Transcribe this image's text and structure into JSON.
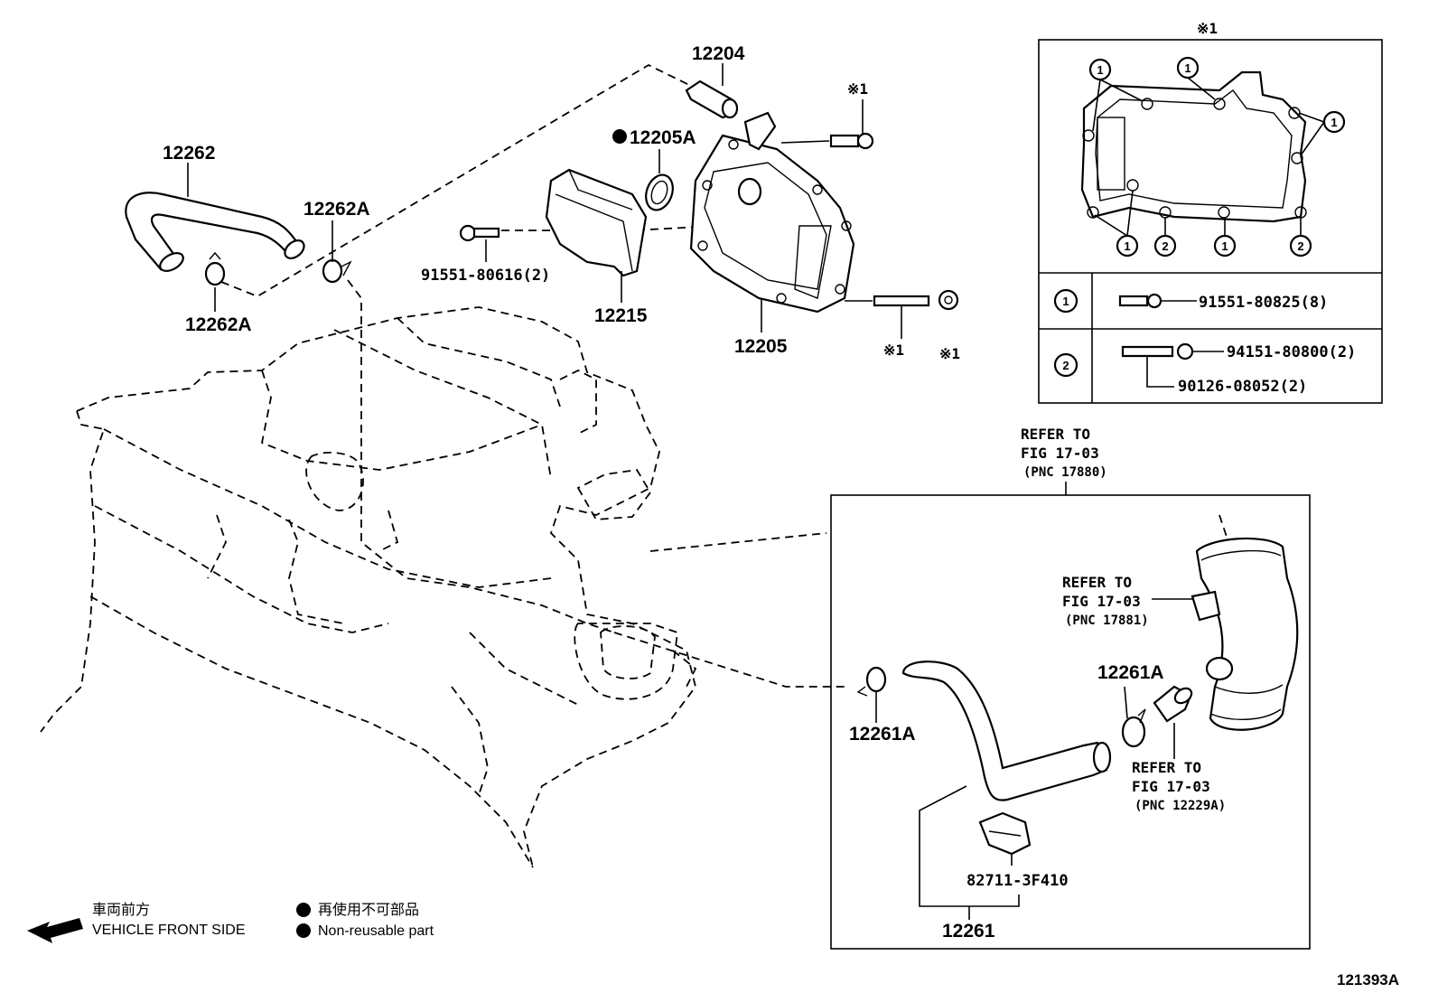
{
  "callouts": {
    "p12204": "12204",
    "p12205A": "12205A",
    "p12262": "12262",
    "p12262A_top": "12262A",
    "p12262A_bottom": "12262A",
    "p91551_80616": "91551-80616(2)",
    "p12215": "12215",
    "p12205": "12205",
    "p12261A_left": "12261A",
    "p12261A_right": "12261A",
    "p82711": "82711-3F410",
    "p12261": "12261"
  },
  "asterisk_marks": {
    "bolt_top": "※1",
    "stud": "※1",
    "nut": "※1",
    "detail_title": "※1"
  },
  "detail_box": {
    "circle_1": "1",
    "circle_2": "2",
    "row1_part": "91551-80825(8)",
    "row2_part_a": "94151-80800(2)",
    "row2_part_b": "90126-08052(2)"
  },
  "references": {
    "ref1": {
      "line1": "REFER TO",
      "line2": "FIG 17-03",
      "line3": "(PNC 17880)"
    },
    "ref2": {
      "line1": "REFER TO",
      "line2": "FIG 17-03",
      "line3": "(PNC 17881)"
    },
    "ref3": {
      "line1": "REFER TO",
      "line2": "FIG 17-03",
      "line3": "(PNC 12229A)"
    }
  },
  "legend": {
    "front_jp": "車両前方",
    "front_en": "VEHICLE FRONT SIDE",
    "nonreuse_jp": "再使用不可部品",
    "nonreuse_en": "Non-reusable part"
  },
  "figure_id": "121393A",
  "colors": {
    "ink": "#000000",
    "paper": "#ffffff"
  }
}
